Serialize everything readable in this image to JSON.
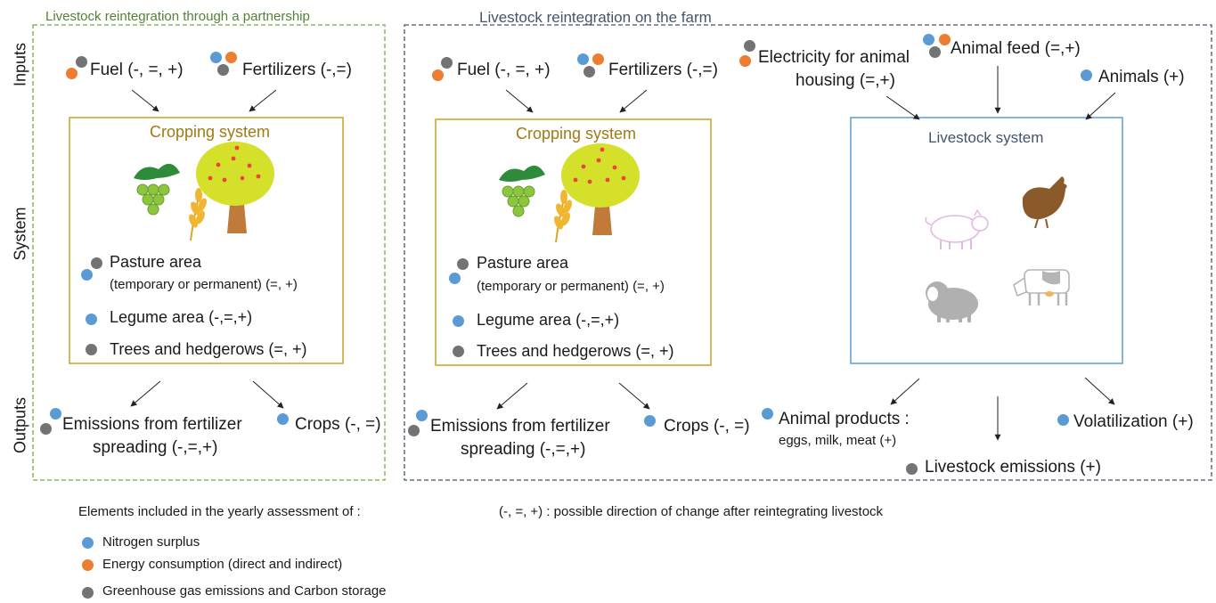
{
  "section_labels": {
    "inputs": "Inputs",
    "system": "System",
    "outputs": "Outputs"
  },
  "partnership": {
    "title": "Livestock reintegration through a partnership",
    "inputs": {
      "fuel": "Fuel (-, =, +)",
      "fertilizers": "Fertilizers (-,=)"
    },
    "cropping": {
      "title": "Cropping system",
      "pasture_line1": "Pasture area",
      "pasture_line2": "(temporary or permanent)  (=, +)",
      "legume": "Legume area (-,=,+)",
      "trees": "Trees and hedgerows (=, +)"
    },
    "outputs": {
      "emissions_line1": "Emissions from fertilizer",
      "emissions_line2": "spreading (-,=,+)",
      "crops": "Crops (-, =)"
    }
  },
  "farm": {
    "title": "Livestock reintegration on the farm",
    "inputs": {
      "fuel": "Fuel (-, =, +)",
      "fertilizers": "Fertilizers (-,=)",
      "electricity_line1": "Electricity for animal",
      "electricity_line2": "housing (=,+)",
      "animal_feed": "Animal feed (=,+)",
      "animals": "Animals (+)"
    },
    "cropping": {
      "title": "Cropping system",
      "pasture_line1": "Pasture area",
      "pasture_line2": "(temporary or permanent)  (=, +)",
      "legume": "Legume area (-,=,+)",
      "trees": "Trees and hedgerows (=, +)"
    },
    "livestock": {
      "title": "Livestock system"
    },
    "outputs": {
      "emissions_line1": "Emissions from fertilizer",
      "emissions_line2": "spreading (-,=,+)",
      "crops": "Crops (-, =)",
      "animal_products_line1": "Animal products :",
      "animal_products_line2": "eggs, milk, meat (+)",
      "volatilization": "Volatilization (+)",
      "livestock_emissions": "Livestock emissions (+)"
    }
  },
  "legend": {
    "heading": "Elements included in the yearly assessment of :",
    "items": [
      {
        "label": "Nitrogen surplus",
        "color": "#5b9bd5"
      },
      {
        "label": "Energy consumption (direct and indirect)",
        "color": "#ed7d31"
      },
      {
        "label": "Greenhouse gas emissions and Carbon storage",
        "color": "#737373"
      }
    ],
    "note": "(-, =, +) : possible direction of change after reintegrating livestock"
  },
  "colors": {
    "nitrogen": "#5b9bd5",
    "energy": "#ed7d31",
    "ghg": "#737373",
    "partnership_border": "#70ad47",
    "farm_border": "#44546a",
    "cropping_border": "#c9a227",
    "livestock_border": "#5b9bd5"
  },
  "icons": [
    "grapes-icon",
    "tree-icon",
    "wheat-icon",
    "pig-icon",
    "chicken-icon",
    "sheep-icon",
    "cow-icon",
    "arrow-icon"
  ]
}
